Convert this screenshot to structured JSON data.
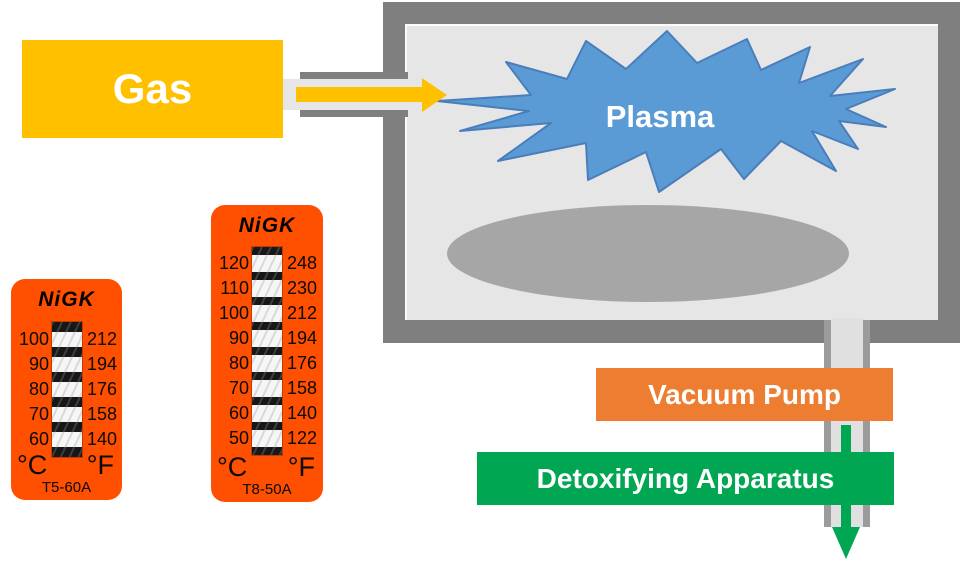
{
  "colors": {
    "gas": "#FFC000",
    "wall": "#7F7F7F",
    "interior": "#E6E6E6",
    "electrode": "#A6A6A6",
    "plasma_fill": "#5B9BD5",
    "plasma_stroke": "#4A7EBB",
    "pump": "#ED7D31",
    "green": "#00A651",
    "label": "#FF4F00",
    "pipe_bore": "#E0E0E0",
    "pipe_edge": "#9B9B9B"
  },
  "gas_box": {
    "label": "Gas"
  },
  "plasma": {
    "label": "Plasma"
  },
  "vacuum_pump": {
    "label": "Vacuum Pump"
  },
  "detox": {
    "label": "Detoxifying Apparatus"
  },
  "thermo_labels": {
    "t5": {
      "brand": "NiGK",
      "model": "T5-60A",
      "unit_c": "°C",
      "unit_f": "°F",
      "rows": [
        {
          "c": "100",
          "f": "212"
        },
        {
          "c": "90",
          "f": "194"
        },
        {
          "c": "80",
          "f": "176"
        },
        {
          "c": "70",
          "f": "158"
        },
        {
          "c": "60",
          "f": "140"
        }
      ]
    },
    "t8": {
      "brand": "NiGK",
      "model": "T8-50A",
      "unit_c": "°C",
      "unit_f": "°F",
      "rows": [
        {
          "c": "120",
          "f": "248"
        },
        {
          "c": "110",
          "f": "230"
        },
        {
          "c": "100",
          "f": "212"
        },
        {
          "c": "90",
          "f": "194"
        },
        {
          "c": "80",
          "f": "176"
        },
        {
          "c": "70",
          "f": "158"
        },
        {
          "c": "60",
          "f": "140"
        },
        {
          "c": "50",
          "f": "122"
        }
      ]
    }
  }
}
